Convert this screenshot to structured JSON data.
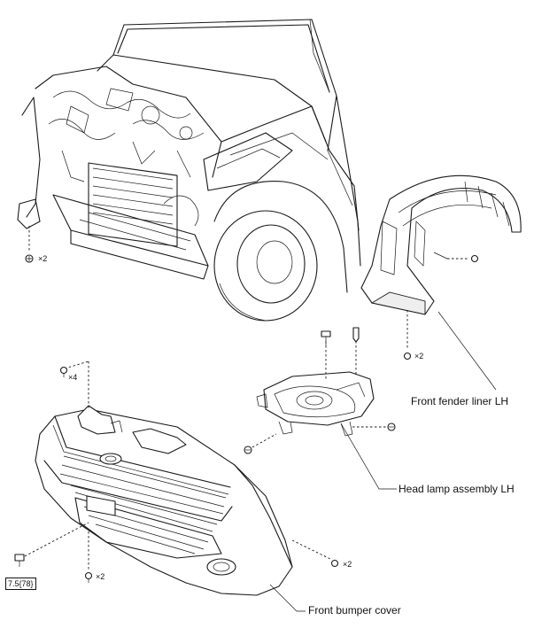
{
  "labels": {
    "fender_liner": "Front fender liner LH",
    "head_lamp": "Head lamp assembly LH",
    "bumper_cover": "Front bumper cover"
  },
  "quantities": {
    "q_engine_bolts": "×2",
    "q_top_clips": "×4",
    "q_liner_clips": "×2",
    "q_bumper_bottom": "×2",
    "q_bumper_side": "×2"
  },
  "torque": "7.5{78}",
  "colors": {
    "line": "#1a1a1a",
    "background": "#ffffff"
  },
  "icons": [
    "bolt-icon",
    "screw-icon",
    "clip-icon"
  ]
}
